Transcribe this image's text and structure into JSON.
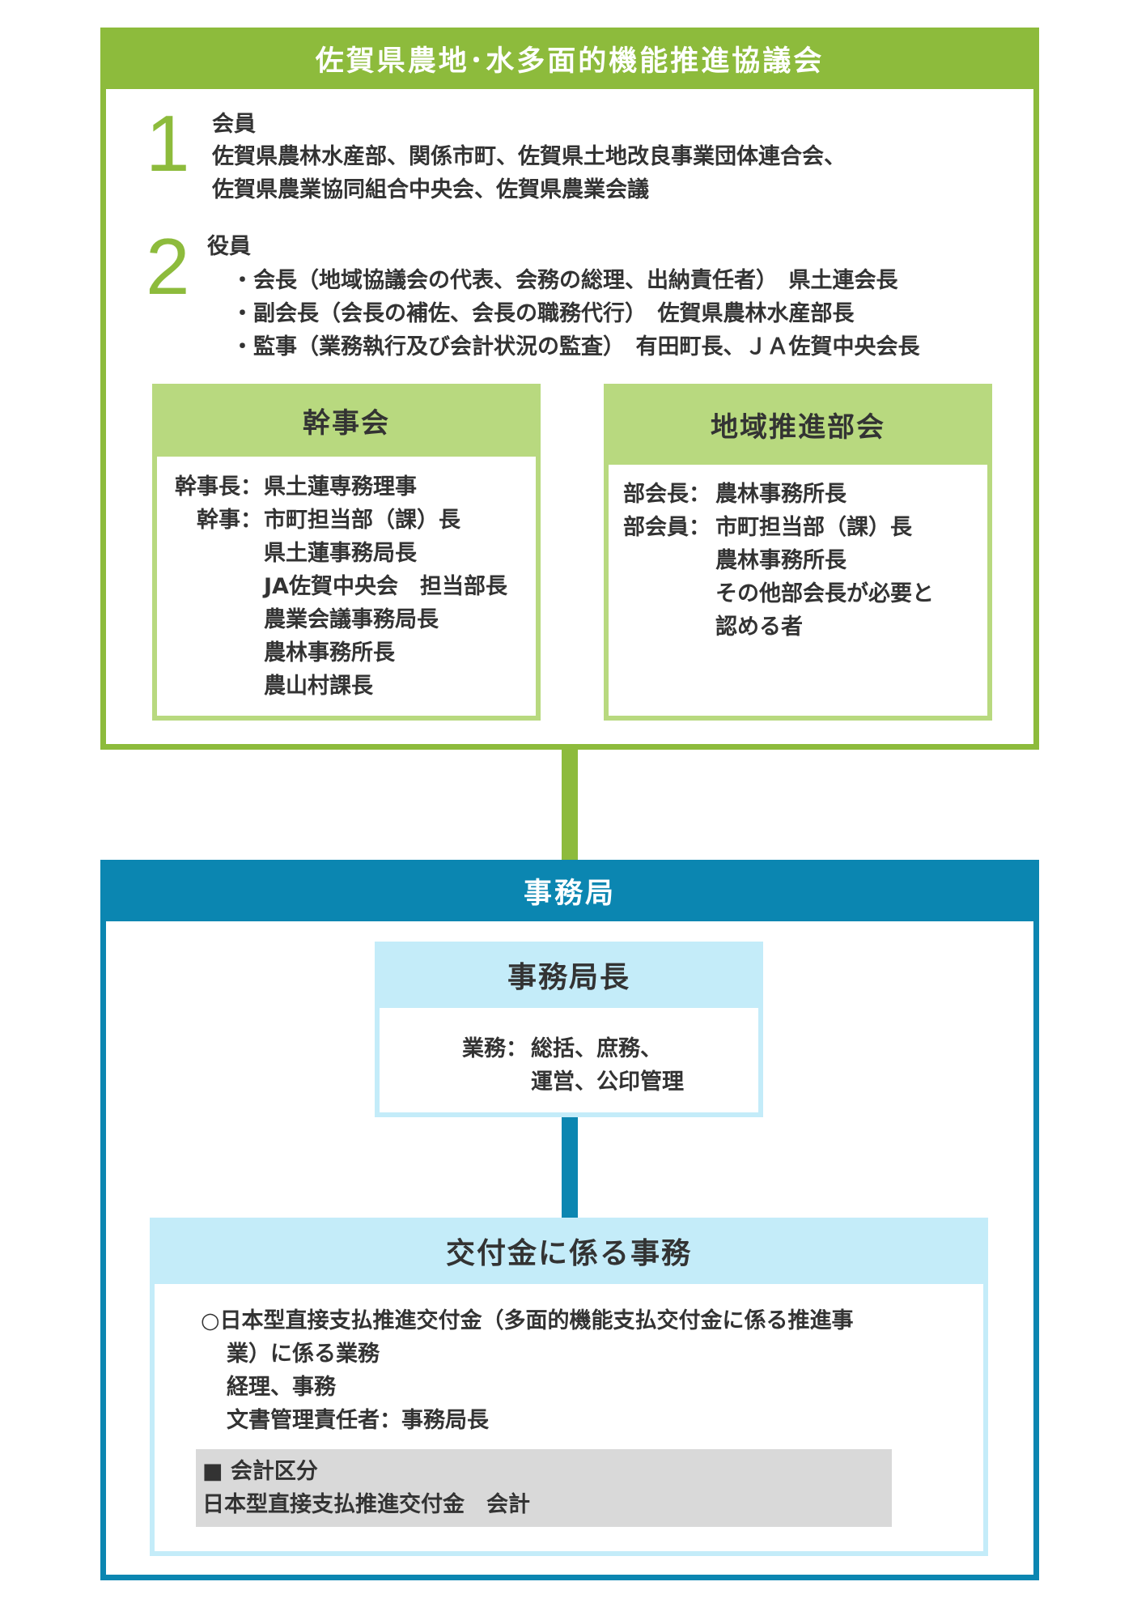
{
  "org": {
    "title": "佐賀県農地･水多面的機能推進協議会",
    "members": {
      "number": "1",
      "label": "会員",
      "lines": [
        "佐賀県農林水産部、関係市町、佐賀県土地改良事業団体連合会、",
        "佐賀県農業協同組合中央会、佐賀県農業会議"
      ]
    },
    "officers": {
      "number": "2",
      "label": "役員",
      "lines": [
        "・会長（地域協議会の代表、会務の総理、出納責任者）　県土連会長",
        "・副会長（会長の補佐、会長の職務代行）　佐賀県農林水産部長",
        "・監事（業務執行及び会計状況の監査）　有田町長、ＪＡ佐賀中央会長"
      ]
    },
    "kanjikai": {
      "title": "幹事会",
      "rows": [
        {
          "label": "幹事長：",
          "value": "県土蓮専務理事"
        },
        {
          "label": "幹事：",
          "value": "市町担当部（課）長"
        },
        {
          "label": "",
          "value": "県土蓮事務局長"
        },
        {
          "label": "",
          "value": "JA佐賀中央会　担当部長"
        },
        {
          "label": "",
          "value": "農業会議事務局長"
        },
        {
          "label": "",
          "value": "農林事務所長"
        },
        {
          "label": "",
          "value": "農山村課長"
        }
      ]
    },
    "chiiki": {
      "title": "地域推進部会",
      "rows": [
        {
          "label": "部会長：",
          "value": "農林事務所長"
        },
        {
          "label": "部会員：",
          "value": "市町担当部（課）長"
        },
        {
          "label": "",
          "value": "農林事務所長"
        },
        {
          "label": "",
          "value": "その他部会長が必要と"
        },
        {
          "label": "",
          "value": "認める者"
        }
      ]
    }
  },
  "secretariat": {
    "title": "事務局",
    "director": {
      "title": "事務局長",
      "label": "業務：",
      "lines": [
        "総括、庶務、",
        "運営、公印管理"
      ]
    },
    "grant": {
      "title": "交付金に係る事務",
      "lines": [
        "○日本型直接支払推進交付金（多面的機能支払交付金に係る推進事",
        "業）に係る業務",
        "経理、事務",
        "文書管理責任者：事務局長"
      ],
      "account_heading": "■ 会計区分",
      "account_value": "日本型直接支払推進交付金　会計"
    }
  },
  "colors": {
    "green": "#8dbb3c",
    "light_green": "#b8d97f",
    "blue": "#0b86b1",
    "light_blue": "#c4ecf9",
    "gray": "#d9d9d9"
  }
}
